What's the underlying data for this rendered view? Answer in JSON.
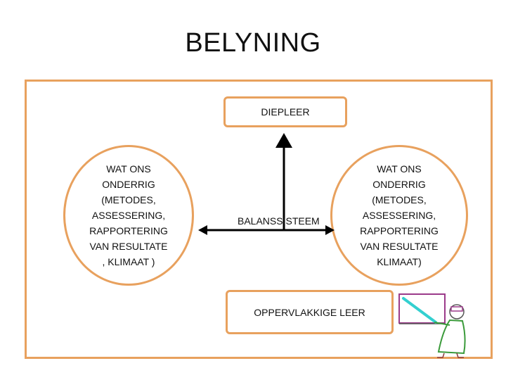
{
  "title": "BELYNING",
  "top_box": "DIEPLEER",
  "bottom_box": "OPPERVLAKKIGE LEER",
  "center_label": "BALANSSISTEEM",
  "left_ellipse_lines": [
    "WAT ONS",
    "ONDERRIG",
    "(METODES,",
    "ASSESSERING,",
    "RAPPORTERING",
    "VAN RESULTATE",
    ", KLIMAAT )"
  ],
  "right_ellipse_lines": [
    "WAT ONS",
    "ONDERRIG",
    "(METODES,",
    "ASSESSERING,",
    "RAPPORTERING",
    "VAN RESULTATE",
    "KLIMAAT)"
  ],
  "colors": {
    "accent": "#e8a15e",
    "arrow": "#000000",
    "teacher": "#3a9a3a",
    "board_border": "#9b3b8a",
    "pointer": "#33d0d0"
  },
  "icons": [
    "teacher-clipart-icon"
  ]
}
